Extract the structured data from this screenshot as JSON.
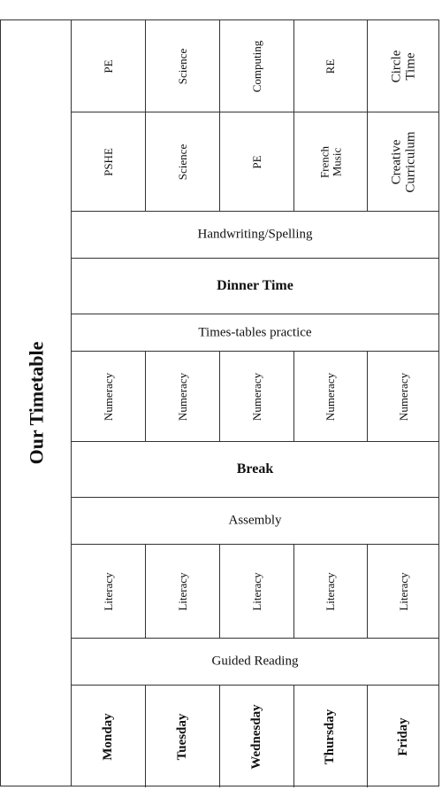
{
  "title": "Our Timetable",
  "days": [
    "Monday",
    "Tuesday",
    "Wednesday",
    "Thursday",
    "Friday"
  ],
  "rows": {
    "afternoon2": [
      "PE",
      "Science",
      "Computing",
      "RE",
      "Circle Time"
    ],
    "afternoon1": [
      "PSHE",
      "Science",
      "PE",
      "French Music",
      "Creative Curriculum"
    ],
    "handwriting": "Handwriting/Spelling",
    "dinner": "Dinner Time",
    "tables": "Times-tables practice",
    "numeracy": [
      "Numeracy",
      "Numeracy",
      "Numeracy",
      "Numeracy",
      "Numeracy"
    ],
    "break": "Break",
    "assembly": "Assembly",
    "literacy": [
      "Literacy",
      "Literacy",
      "Literacy",
      "Literacy",
      "Literacy"
    ],
    "guided_reading": "Guided Reading"
  }
}
